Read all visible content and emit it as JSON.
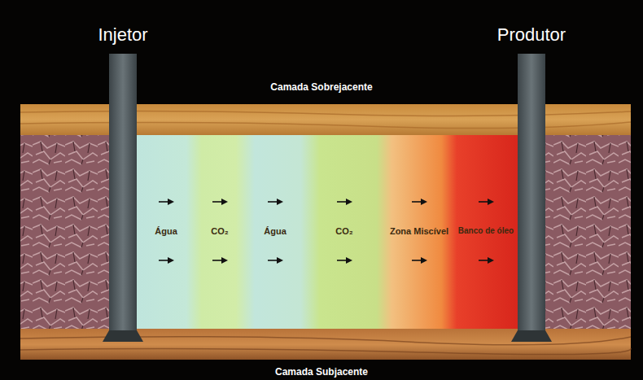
{
  "diagram": {
    "nodes": [
      {
        "text": [
          "Água"
        ]
      },
      {
        "text": [
          "CO₂"
        ]
      },
      {
        "text": [
          "Água"
        ]
      },
      {
        "text": [
          "CO₂"
        ]
      },
      {
        "text": [
          "Zona Miscível"
        ]
      },
      {
        "text": [
          "Banco de óleo"
        ]
      }
    ],
    "labels": [
      "Injetor",
      "Produtor",
      "Camada Sobrejacente",
      "Camada Subjacente"
    ]
  }
}
